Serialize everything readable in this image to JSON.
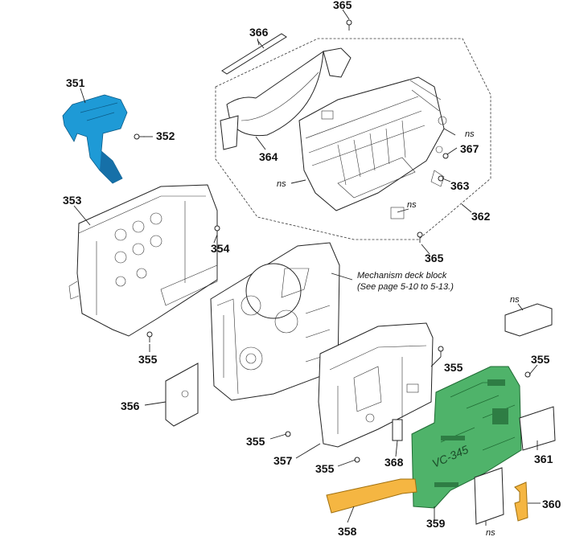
{
  "labels": {
    "p351": "351",
    "p352": "352",
    "p353": "353",
    "p354": "354",
    "p355a": "355",
    "p355b": "355",
    "p355c": "355",
    "p355d": "355",
    "p355e": "355",
    "p356": "356",
    "p357": "357",
    "p358": "358",
    "p359": "359",
    "p360": "360",
    "p361": "361",
    "p362": "362",
    "p363": "363",
    "p364": "364",
    "p365a": "365",
    "p365b": "365",
    "p366": "366",
    "p367": "367",
    "p368": "368"
  },
  "ns_labels": {
    "ns1": "ns",
    "ns2": "ns",
    "ns3": "ns",
    "ns4": "ns",
    "ns5": "ns"
  },
  "note": {
    "line1": "Mechanism deck block",
    "line2": "(See page 5-10 to 5-13.)"
  },
  "board_text": "VC-345",
  "colors": {
    "blue_part": "#1e9ad6",
    "green_board": "#4fb36a",
    "orange_part": "#f5b642",
    "line": "#222222"
  }
}
